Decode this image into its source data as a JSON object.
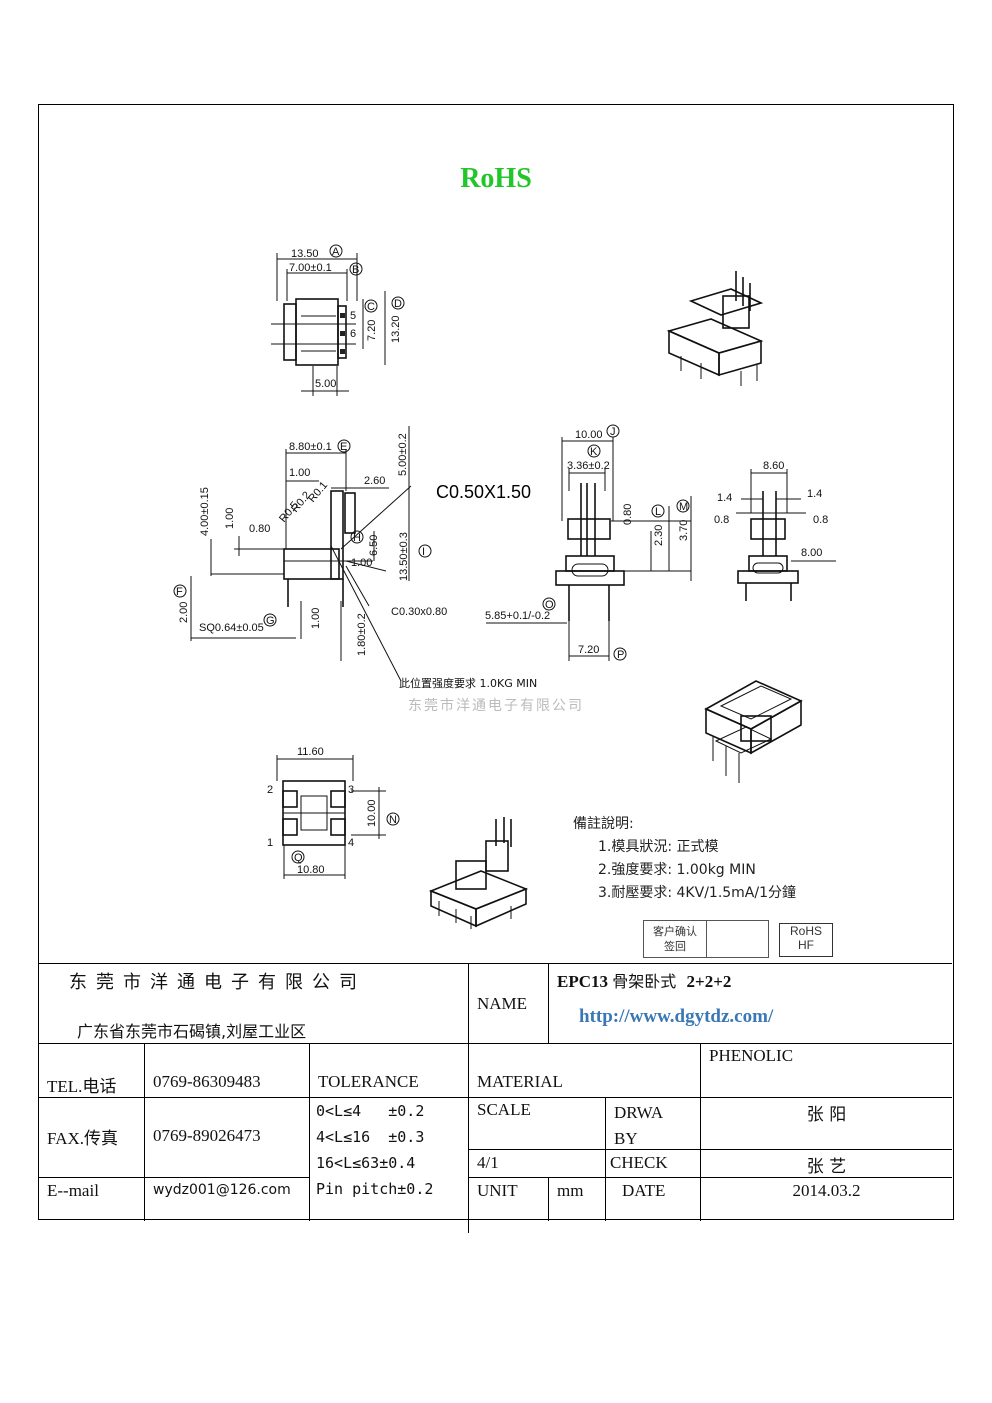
{
  "header": {
    "rohs": "RoHS"
  },
  "dims": {
    "top": [
      "13.50",
      "7.00±0.1",
      "5",
      "6",
      "7.20",
      "13.20",
      "5.00"
    ],
    "top_letters": [
      "A",
      "B",
      "C",
      "D"
    ],
    "side": [
      "8.80±0.1",
      "1.00",
      "2.60",
      "5.00±0.2",
      "4.00±0.15",
      "1.00",
      "0.80",
      "R0.5",
      "R0.2",
      "R0.1",
      "6.50",
      "13.50±0.3",
      "1.00",
      "2.00",
      "SQ0.64±0.05",
      "1.00",
      "1.80±0.2",
      "C0.50X1.50",
      "C0.30x0.80"
    ],
    "side_letters": [
      "E",
      "F",
      "G",
      "H",
      "I"
    ],
    "front": [
      "10.00",
      "3.36±0.2",
      "0.80",
      "2.30",
      "3.70",
      "5.85+0.1/-0.2",
      "7.20"
    ],
    "front_letters": [
      "J",
      "K",
      "L",
      "M",
      "O",
      "P"
    ],
    "end": [
      "8.60",
      "1.4",
      "1.4",
      "0.8",
      "0.8",
      "8.00"
    ],
    "bottom": [
      "11.60",
      "10.00",
      "10.80",
      "2",
      "1",
      "3",
      "4"
    ],
    "bottom_letters": [
      "N",
      "Q"
    ],
    "strength_note": "此位置强度要求 1.0KG MIN"
  },
  "watermark": "东莞市洋通电子有限公司",
  "notes": {
    "title": "備註說明:",
    "items": [
      "1.模具狀況: 正式模",
      "2.強度要求: 1.00kg MIN",
      "3.耐壓要求: 4KV/1.5mA/1分鐘"
    ]
  },
  "confirm": {
    "line1": "客户确认",
    "line2": "签回"
  },
  "rohs_hf": {
    "line1": "RoHS",
    "line2": "HF"
  },
  "title_block": {
    "company": "东莞市洋通电子有限公司",
    "address": "广东省东莞市石碣镇,刘屋工业区",
    "name_label": "NAME",
    "product_code": "EPC13",
    "product_desc": "骨架卧式",
    "product_config": "2+2+2",
    "url": "http://www.dgytdz.com/",
    "tel_label": "TEL.电话",
    "tel": "0769-86309483",
    "tolerance_label": "TOLERANCE",
    "material_label": "MATERIAL",
    "material": "PHENOLIC",
    "fax_label": "FAX.传真",
    "fax": "0769-89026473",
    "tol_1": "0<L≤4   ±0.2",
    "tol_2": "4<L≤16  ±0.3",
    "tol_3": "16<L≤63±0.4",
    "tol_4": "Pin pitch±0.2",
    "scale_label": "SCALE",
    "scale": "4/1",
    "drawn_label": "DRWA BY",
    "drawn_by": "张 阳",
    "check_label": "CHECK",
    "checked_by": "张 艺",
    "email_label": "E--mail",
    "email": "wydz001@126.com",
    "unit_label": "UNIT",
    "unit": "mm",
    "date_label": "DATE",
    "date": "2014.03.2"
  }
}
